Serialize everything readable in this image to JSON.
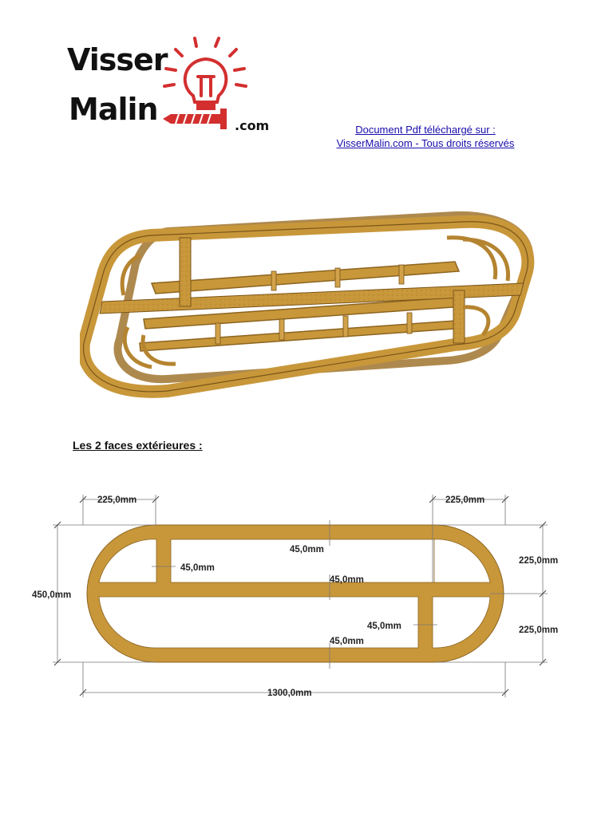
{
  "logo": {
    "line1": "Visser",
    "line2": "Malin",
    "suffix": ".com"
  },
  "download_notice": {
    "line1": "Document Pdf téléchargé sur :",
    "line2": "VisserMalin.com - Tous droits réservés"
  },
  "section_title": "Les 2 faces extérieures :",
  "plan_dimensions": {
    "left_top_width": "225,0mm",
    "right_top_width": "225,0mm",
    "top_band": "45,0mm",
    "divider_left": "45,0mm",
    "middle_band": "45,0mm",
    "divider_right": "45,0mm",
    "bottom_band": "45,0mm",
    "total_height": "450,0mm",
    "upper_half_height": "225,0mm",
    "lower_half_height": "225,0mm",
    "total_length": "1300,0mm"
  },
  "colors": {
    "wood": "#c8973a",
    "wood_dark": "#8c6420",
    "logo_red": "#d32f2f",
    "link": "#1a0dab"
  }
}
